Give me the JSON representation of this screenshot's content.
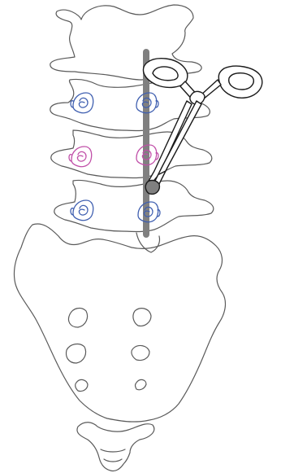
{
  "illustration": {
    "colors": {
      "background": "#ffffff",
      "bone_outline": "#5a5a5a",
      "rod": "#808080",
      "screw_blue": "#3f5fb0",
      "screw_pink": "#c04fa8",
      "instrument": "#1a1a1a"
    },
    "screws": [
      {
        "level": 1,
        "side": "left",
        "color": "blue"
      },
      {
        "level": 1,
        "side": "right",
        "color": "blue"
      },
      {
        "level": 2,
        "side": "left",
        "color": "pink"
      },
      {
        "level": 2,
        "side": "right",
        "color": "pink"
      },
      {
        "level": 3,
        "side": "left",
        "color": "blue"
      },
      {
        "level": 3,
        "side": "right",
        "color": "blue"
      }
    ],
    "icons": [
      "vertebra",
      "sacrum",
      "coccyx",
      "pedicle-screw",
      "spinal-rod",
      "clamp-forceps"
    ]
  }
}
